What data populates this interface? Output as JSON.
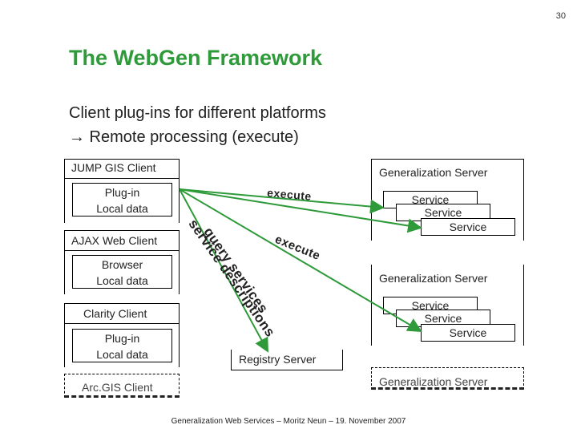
{
  "page_number": "30",
  "title": "The WebGen Framework",
  "bullets": [
    "Client plug-ins for different platforms",
    "→ Remote processing (execute)"
  ],
  "clients": {
    "jump": {
      "label": "JUMP GIS Client",
      "inner": [
        "Plug-in",
        "Local data"
      ]
    },
    "ajax": {
      "label": "AJAX Web Client",
      "inner": [
        "Browser",
        "Local data"
      ]
    },
    "clarity": {
      "label": "Clarity Client",
      "inner": [
        "Plug-in",
        "Local data"
      ]
    },
    "arcgis": {
      "label": "Arc.GIS Client"
    }
  },
  "servers": {
    "gen1": {
      "label": "Generalization Server",
      "services": [
        "Service",
        "Service",
        "Service"
      ]
    },
    "gen2": {
      "label": "Generalization Server",
      "services": [
        "Service",
        "Service",
        "Service"
      ]
    },
    "gen3": {
      "label": "Generalization Server"
    },
    "registry": {
      "label": "Registry Server"
    }
  },
  "edges": {
    "execute_top": "execute",
    "execute_mid": "execute",
    "query_services": "query services",
    "service_descriptions": "service descriptions"
  },
  "footer": "Generalization Web Services – Moritz Neun – 19. November 2007",
  "colors": {
    "title": "#2e9a3a",
    "arrow": "#2e9a3a"
  }
}
